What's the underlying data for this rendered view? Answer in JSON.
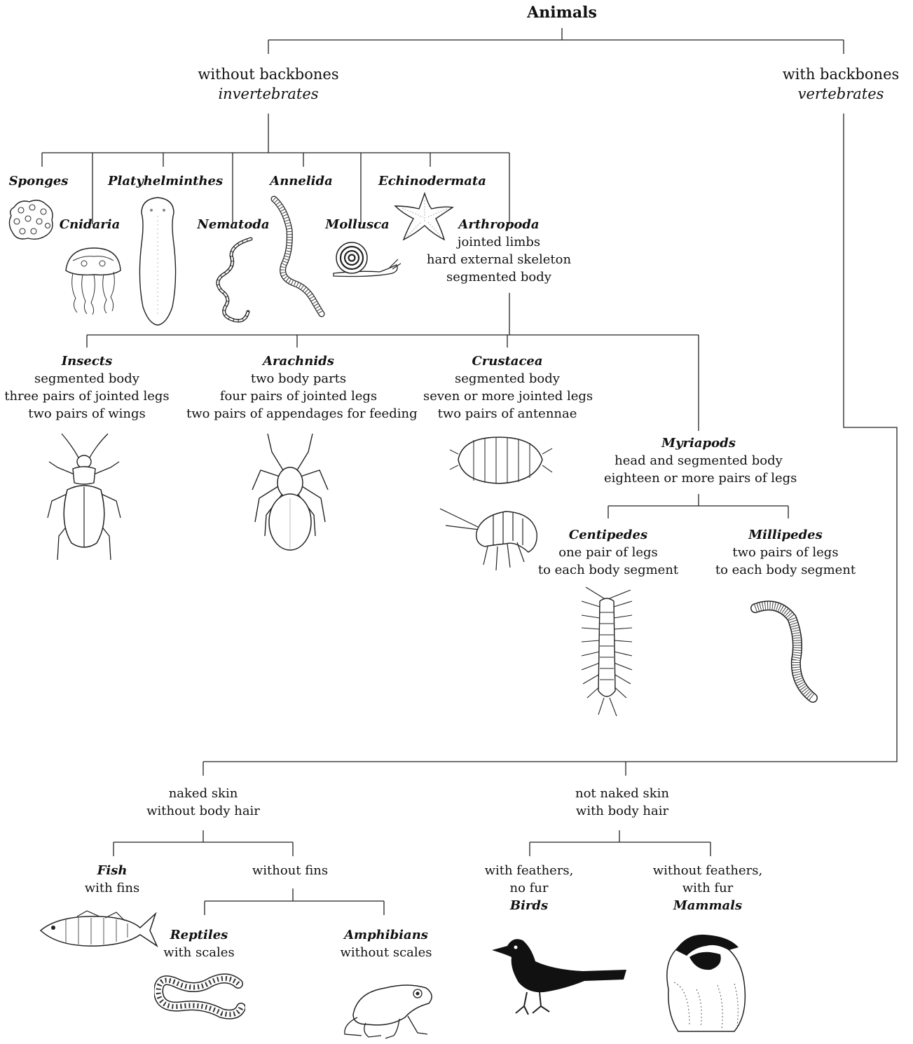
{
  "root": "Animals",
  "invertebrates": {
    "label": "without backbones",
    "sub": "invertebrates"
  },
  "vertebrates": {
    "label": "with backbones",
    "sub": "vertebrates"
  },
  "phyla": {
    "sponges": "Sponges",
    "cnidaria": "Cnidaria",
    "platyhelminthes": "Platyhelminthes",
    "nematoda": "Nematoda",
    "annelida": "Annelida",
    "mollusca": "Mollusca",
    "echinodermata": "Echinodermata",
    "arthropoda": {
      "name": "Arthropoda",
      "lines": [
        "jointed limbs",
        "hard external skeleton",
        "segmented body"
      ]
    }
  },
  "arthropods": {
    "insects": {
      "name": "Insects",
      "lines": [
        "segmented body",
        "three pairs of jointed legs",
        "two pairs of wings"
      ]
    },
    "arachnids": {
      "name": "Arachnids",
      "lines": [
        "two body parts",
        "four pairs of jointed legs",
        "two pairs of appendages for feeding"
      ]
    },
    "crustacea": {
      "name": "Crustacea",
      "lines": [
        "segmented body",
        "seven or more jointed legs",
        "two pairs of antennae"
      ]
    },
    "myriapods": {
      "name": "Myriapods",
      "lines": [
        "head and segmented body",
        "eighteen or more pairs of legs"
      ]
    },
    "centipedes": {
      "name": "Centipedes",
      "lines": [
        "one pair of legs",
        "to each body segment"
      ]
    },
    "millipedes": {
      "name": "Millipedes",
      "lines": [
        "two pairs of legs",
        "to each body segment"
      ]
    }
  },
  "vert_groups": {
    "naked": [
      "naked skin",
      "without body hair"
    ],
    "not_naked": [
      "not naked skin",
      "with body hair"
    ],
    "fish": {
      "name": "Fish",
      "line": "with fins"
    },
    "without_fins": "without fins",
    "reptiles": {
      "name": "Reptiles",
      "line": "with scales"
    },
    "amphibians": {
      "name": "Amphibians",
      "line": "without scales"
    },
    "birds": {
      "lines": [
        "with feathers,",
        "no fur"
      ],
      "name": "Birds"
    },
    "mammals": {
      "lines": [
        "without feathers,",
        "with fur"
      ],
      "name": "Mammals"
    }
  }
}
